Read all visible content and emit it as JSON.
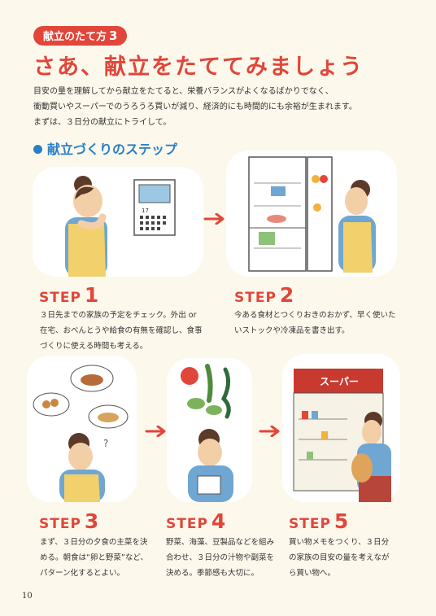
{
  "header": {
    "tag_label": "献立のたて方",
    "tag_number": "3",
    "title": "さあ、献立をたててみましょう"
  },
  "intro": [
    "目安の量を理解してから献立をたてると、栄養バランスがよくなるばかりでなく、",
    "衝動買いやスーパーでのうろうろ買いが減り、経済的にも時間的にも余裕が生まれます。",
    "まずは、３日分の献立にトライして。"
  ],
  "section_title": "献立づくりのステップ",
  "steps": [
    {
      "label": "STEP",
      "number": "1",
      "text": "３日先までの家族の予定をチェック。外出 or 在宅、おべんとうや給食の有無を確認し、食事づくりに使える時間も考える。"
    },
    {
      "label": "STEP",
      "number": "2",
      "text": "今ある食材とつくりおきのおかず、早く使いたいストックや冷凍品を書き出す。"
    },
    {
      "label": "STEP",
      "number": "3",
      "text": "まず、３日分の夕食の主菜を決める。朝食は“卵と野菜”など、パターン化するとよい。"
    },
    {
      "label": "STEP",
      "number": "4",
      "text": "野菜、海藻、豆製品などを組み合わせ、３日分の汁物や副菜を決める。季節感も大切に。"
    },
    {
      "label": "STEP",
      "number": "5",
      "text": "買い物メモをつくり、３日分の家族の目安の量を考えながら買い物へ。"
    }
  ],
  "illustrations": {
    "calendar_number": "17",
    "store_sign": "スーパー"
  },
  "page_number": "10",
  "colors": {
    "accent_red": "#e1463a",
    "accent_blue": "#2a7fc4",
    "background": "#fdf8ec"
  }
}
